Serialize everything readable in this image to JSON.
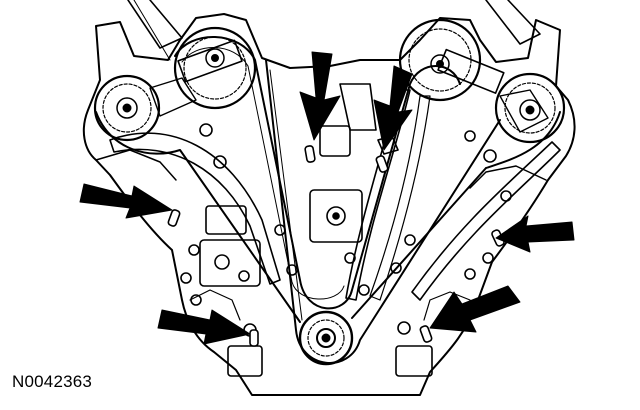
{
  "figure": {
    "id_label": "N0042363"
  },
  "colors": {
    "ink": "#000000",
    "paper": "#ffffff"
  },
  "icons": {
    "callout": "arrow-icon",
    "chain": "timing-chain",
    "sprocket": "camshaft-sprocket",
    "link": "chain-link-marker"
  }
}
